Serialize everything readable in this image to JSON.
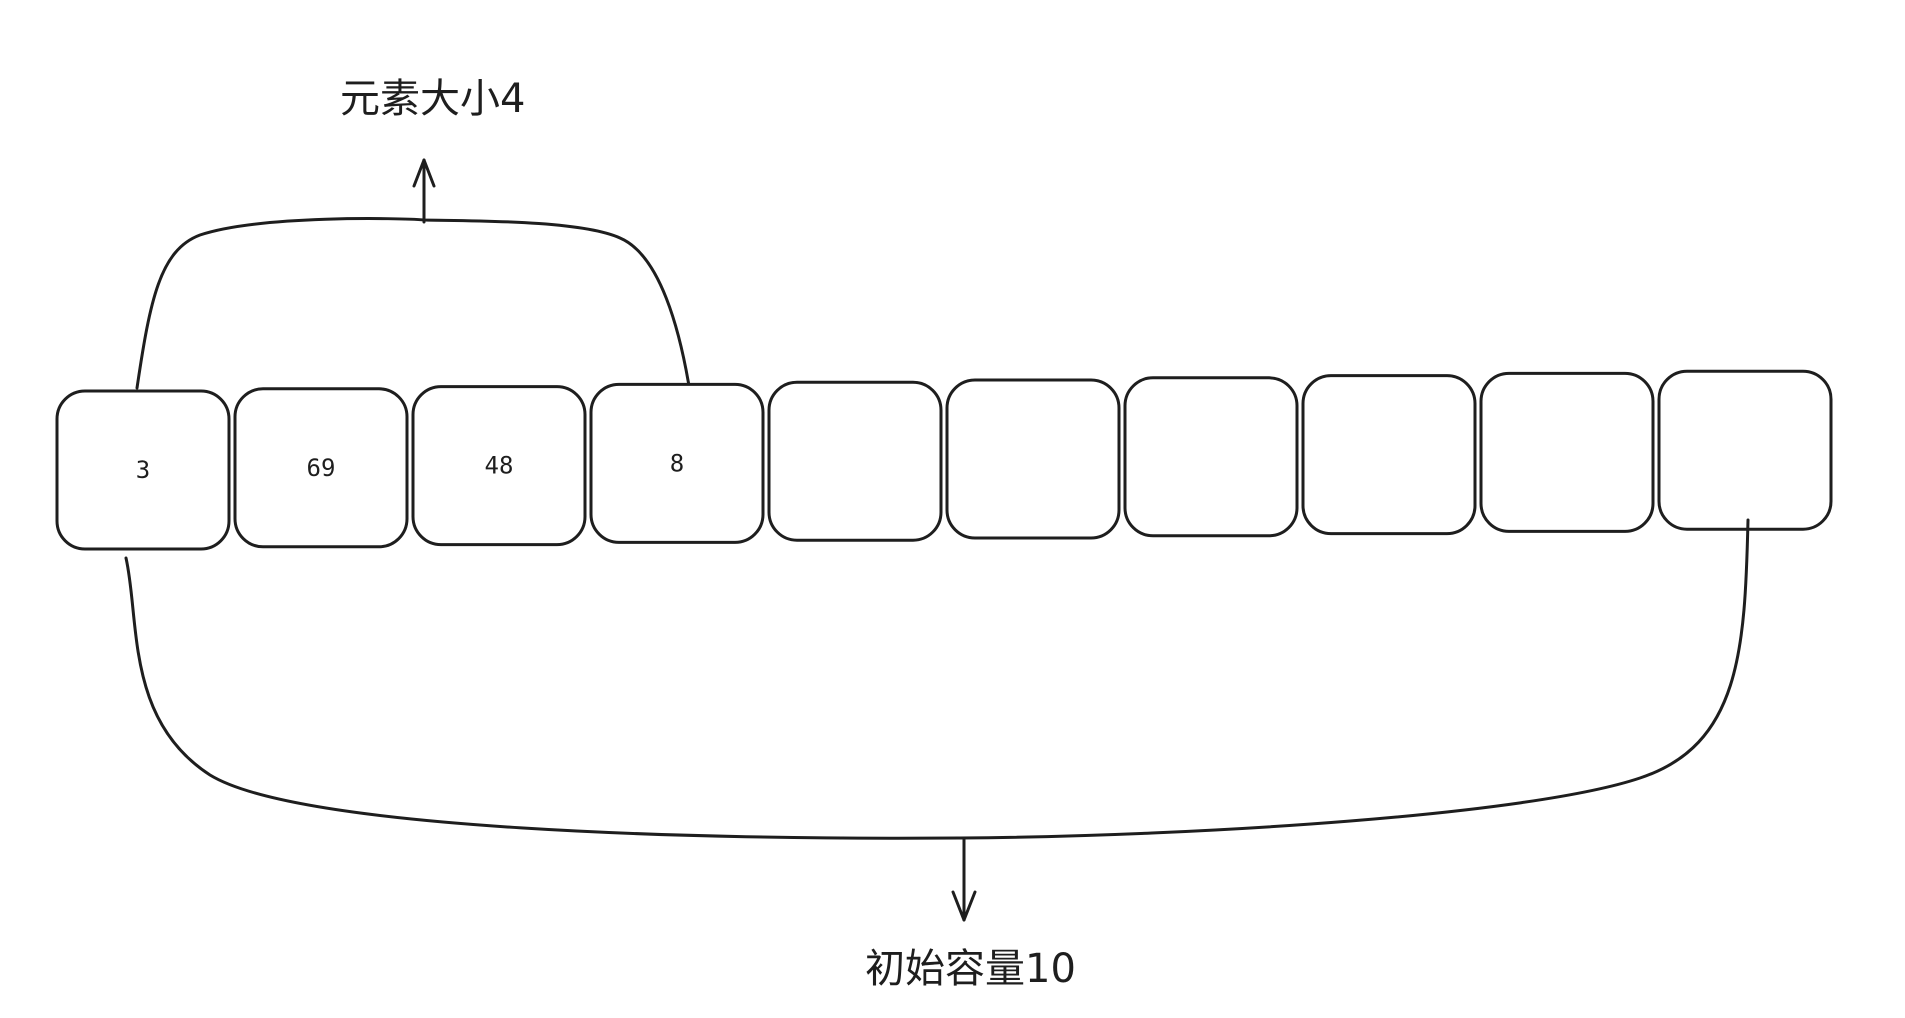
{
  "diagram": {
    "size_label": "元素大小4",
    "capacity_label": "初始容量10",
    "cells": [
      {
        "value": "3"
      },
      {
        "value": "69"
      },
      {
        "value": "48"
      },
      {
        "value": "8"
      },
      {
        "value": ""
      },
      {
        "value": ""
      },
      {
        "value": ""
      },
      {
        "value": ""
      },
      {
        "value": ""
      },
      {
        "value": ""
      }
    ]
  }
}
